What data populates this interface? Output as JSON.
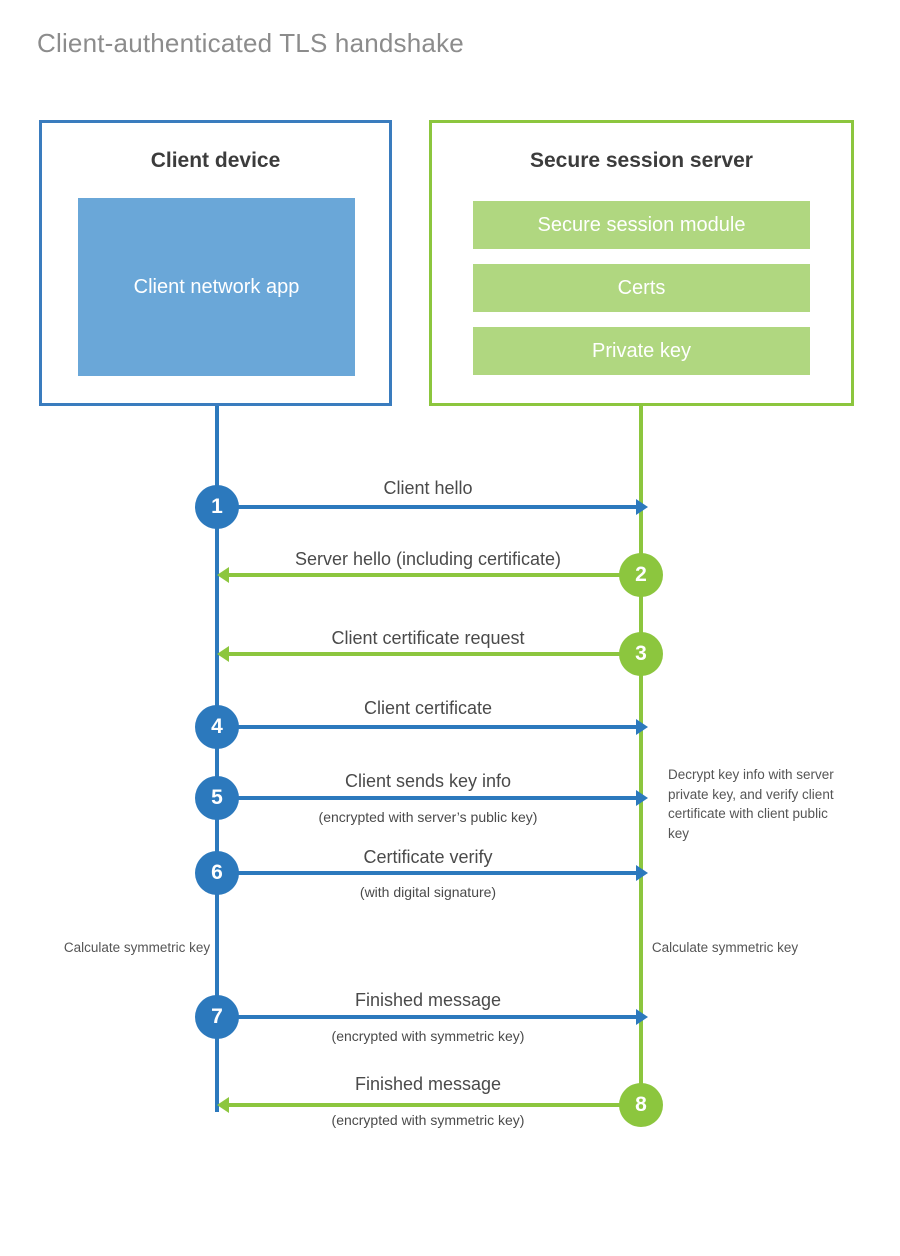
{
  "title": "Client-authenticated TLS handshake",
  "colors": {
    "client_blue": "#2c79bd",
    "client_app_blue": "#6aa7d8",
    "server_green": "#8cc63e",
    "server_bar_green": "#b0d780",
    "title_gray": "#8c8c8c",
    "text_gray": "#4a4a4a",
    "note_gray": "#555555",
    "background": "#ffffff"
  },
  "client": {
    "title": "Client device",
    "app_label": "Client network app"
  },
  "server": {
    "title": "Secure session server",
    "modules": [
      "Secure session module",
      "Certs",
      "Private key"
    ]
  },
  "steps": [
    {
      "number": "1",
      "label": "Client hello",
      "sublabel": "",
      "direction": "client-to-server",
      "color": "blue"
    },
    {
      "number": "2",
      "label": "Server hello (including certificate)",
      "sublabel": "",
      "direction": "server-to-client",
      "color": "green"
    },
    {
      "number": "3",
      "label": "Client certificate request",
      "sublabel": "",
      "direction": "server-to-client",
      "color": "green"
    },
    {
      "number": "4",
      "label": "Client certificate",
      "sublabel": "",
      "direction": "client-to-server",
      "color": "blue"
    },
    {
      "number": "5",
      "label": "Client sends key info",
      "sublabel": "(encrypted with server’s public key)",
      "direction": "client-to-server",
      "color": "blue"
    },
    {
      "number": "6",
      "label": "Certificate verify",
      "sublabel": "(with digital signature)",
      "direction": "client-to-server",
      "color": "blue"
    },
    {
      "number": "7",
      "label": "Finished message",
      "sublabel": "(encrypted with symmetric key)",
      "direction": "client-to-server",
      "color": "blue"
    },
    {
      "number": "8",
      "label": "Finished message",
      "sublabel": "(encrypted with symmetric key)",
      "direction": "server-to-client",
      "color": "green"
    }
  ],
  "notes": {
    "server_decrypt": "Decrypt key info with server private key, and verify client certificate with client public key",
    "client_calc": "Calculate symmetric key",
    "server_calc": "Calculate symmetric key"
  }
}
